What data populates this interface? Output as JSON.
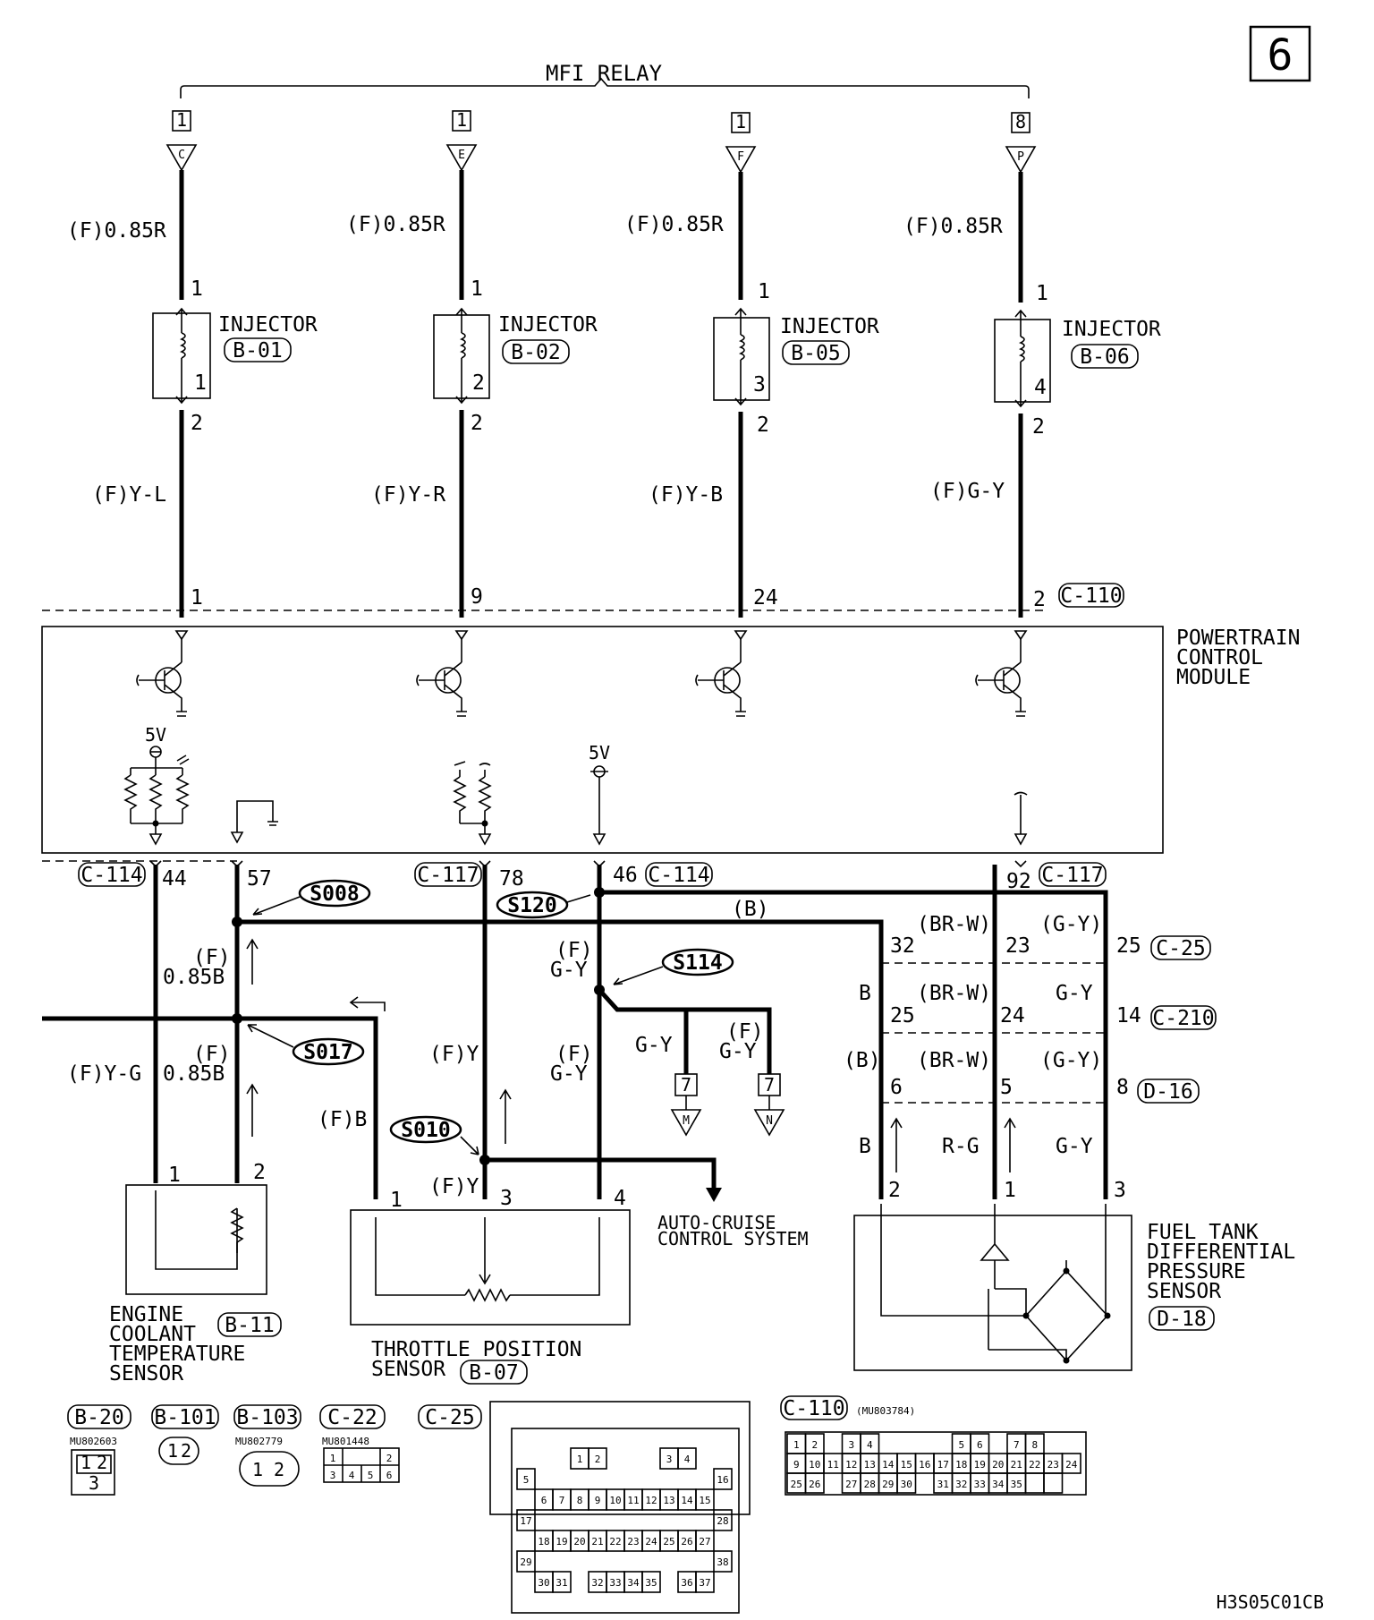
{
  "page_badge": "6",
  "diagram_code": "H3S05C01CB",
  "relay": {
    "label": "MFI RELAY"
  },
  "injectors": [
    {
      "relay_pin": "1",
      "term": "C",
      "wire_top": "(F)0.85R",
      "name": "INJECTOR",
      "connector": "B-01",
      "num": "1",
      "wire_bottom": "(F)Y-L",
      "pcm_pin": "1"
    },
    {
      "relay_pin": "1",
      "term": "E",
      "wire_top": "(F)0.85R",
      "name": "INJECTOR",
      "connector": "B-02",
      "num": "2",
      "wire_bottom": "(F)Y-R",
      "pcm_pin": "9"
    },
    {
      "relay_pin": "1",
      "term": "F",
      "wire_top": "(F)0.85R",
      "name": "INJECTOR",
      "connector": "B-05",
      "num": "3",
      "wire_bottom": "(F)Y-B",
      "pcm_pin": "24"
    },
    {
      "relay_pin": "8",
      "term": "P",
      "wire_top": "(F)0.85R",
      "name": "INJECTOR",
      "connector": "B-06",
      "num": "4",
      "wire_bottom": "(F)G-Y",
      "pcm_pin": "2"
    }
  ],
  "pin_labels": {
    "one": "1",
    "two": "2",
    "three": "3",
    "four": "4"
  },
  "pcm": {
    "name_lines": [
      "POWERTRAIN",
      "CONTROL",
      "MODULE"
    ],
    "connector_top": "C-110",
    "v5_a": "5V",
    "v5_b": "5V"
  },
  "pcm_bottom_pins": {
    "c114_left": "C-114",
    "p44": "44",
    "p57": "57",
    "c117_left": "C-117",
    "p78": "78",
    "p46": "46",
    "c114_right": "C-114",
    "p92": "92",
    "c117_right": "C-117"
  },
  "splices": {
    "s008": "S008",
    "s017": "S017",
    "s120": "S120",
    "s114": "S114",
    "s010": "S010"
  },
  "wires": {
    "f_mark": "(F)",
    "b085": "0.85B",
    "yg": "(F)Y-G",
    "fy": "(F)Y",
    "fb": "(F)B",
    "gy": "G-Y",
    "b_paren": "(B)",
    "b": "B",
    "brw": "(BR-W)",
    "gy_paren": "(G-Y)",
    "rg": "R-G"
  },
  "fuel_connectors": {
    "c25": "C-25",
    "c210": "C-210",
    "d16": "D-16",
    "p32": "32",
    "p23": "23",
    "p25": "25",
    "p25b": "25",
    "p24": "24",
    "p14": "14",
    "p6": "6",
    "p5": "5",
    "p8": "8"
  },
  "terminals": {
    "m_pin": "7",
    "m": "M",
    "n_pin": "7",
    "n": "N"
  },
  "auto_cruise": [
    "AUTO-CRUISE",
    "CONTROL SYSTEM"
  ],
  "ect_sensor": {
    "lines": [
      "ENGINE",
      "COOLANT",
      "TEMPERATURE",
      "SENSOR"
    ],
    "connector": "B-11"
  },
  "tps_sensor": {
    "lines": [
      "THROTTLE POSITION",
      "SENSOR"
    ],
    "connector": "B-07"
  },
  "ftdp_sensor": {
    "lines": [
      "FUEL TANK",
      "DIFFERENTIAL",
      "PRESSURE",
      "SENSOR"
    ],
    "connector": "D-18"
  },
  "connector_views": {
    "b20": {
      "id": "B-20",
      "part": "MU802603",
      "pins": [
        "1",
        "2",
        "3"
      ]
    },
    "b101": {
      "id": "B-101",
      "pins": [
        "1",
        "2"
      ]
    },
    "b103": {
      "id": "B-103",
      "part": "MU802779",
      "pins": [
        "1",
        "2"
      ]
    },
    "c22": {
      "id": "C-22",
      "part": "MU801448",
      "pins": [
        "1",
        "2",
        "3",
        "4",
        "5",
        "6"
      ]
    },
    "c25": {
      "id": "C-25"
    },
    "c110": {
      "id": "C-110",
      "part": "(MU803784)"
    }
  },
  "c25_pins": [
    "1",
    "2",
    "3",
    "4",
    "5",
    "16",
    "6",
    "7",
    "8",
    "9",
    "10",
    "11",
    "12",
    "13",
    "14",
    "15",
    "17",
    "28",
    "18",
    "19",
    "20",
    "21",
    "22",
    "23",
    "24",
    "25",
    "26",
    "27",
    "29",
    "38",
    "30",
    "31",
    "32",
    "33",
    "34",
    "35",
    "36",
    "37"
  ],
  "c110_pins": [
    "1",
    "2",
    "3",
    "4",
    "5",
    "6",
    "7",
    "8",
    "9",
    "10",
    "11",
    "12",
    "13",
    "14",
    "15",
    "16",
    "17",
    "18",
    "19",
    "20",
    "21",
    "22",
    "23",
    "24",
    "25",
    "26",
    "27",
    "28",
    "29",
    "30",
    "31",
    "32",
    "33",
    "34",
    "35"
  ]
}
